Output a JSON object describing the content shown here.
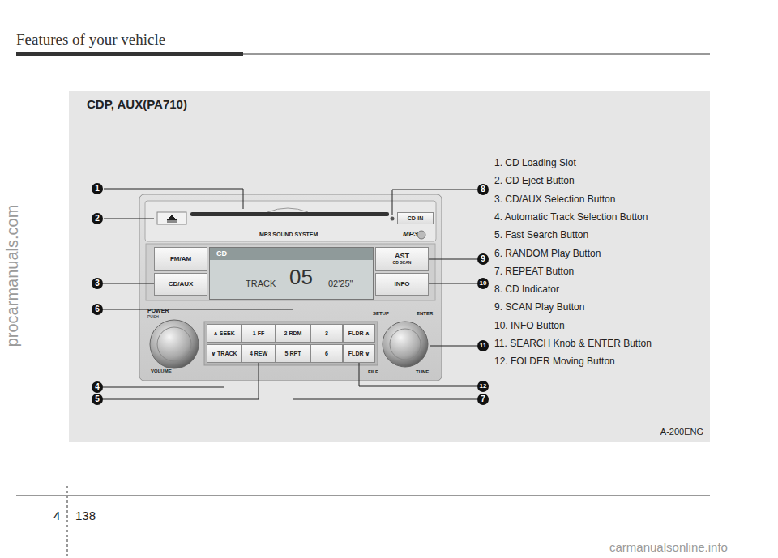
{
  "diagram": {
    "title": "Features of your vehicle",
    "nodes": [
      {
        "text": [
          "CDP, AUX(PA710)",
          "1. CD Loading Slot",
          "2. CD Eject Button",
          "3. CD/AUX Selection Button",
          "4. Automatic Track Selection Button",
          "5. Fast Search Button",
          "6. RANDOM Play Button",
          "7. REPEAT Button",
          "8. CD Indicator",
          "9. SCAN Play Button",
          "10. INFO Button",
          "11. SEARCH Knob & ENTER Button",
          "12. FOLDER Moving Button",
          "A-200ENG"
        ]
      },
      {
        "text": [
          "MP3 SOUND SYSTEM",
          "POWER",
          "PUSH",
          "VOLUME",
          "SETUP",
          "ENTER",
          "FILE",
          "TUNE"
        ],
        "in": 0
      },
      {
        "text": [
          "CD-IN"
        ],
        "in": 1
      },
      {
        "text": [
          "FM/AM"
        ],
        "in": 1
      },
      {
        "text": [
          "CD/AUX"
        ],
        "in": 1
      },
      {
        "text": [
          "CD",
          "TRACK",
          "05",
          "02'25\""
        ],
        "in": 1
      },
      {
        "text": [
          "AST",
          "CD SCAN"
        ],
        "in": 1
      },
      {
        "text": [
          "INFO"
        ],
        "in": 1
      },
      {
        "text": [
          "∧ SEEK"
        ],
        "in": 1
      },
      {
        "text": [
          "1 FF"
        ],
        "in": 1
      },
      {
        "text": [
          "2 RDM"
        ],
        "in": 1
      },
      {
        "text": [
          "3"
        ],
        "in": 1
      },
      {
        "text": [
          "FLDR ∧"
        ],
        "in": 1
      },
      {
        "text": [
          "∨ TRACK"
        ],
        "in": 1
      },
      {
        "text": [
          "4 REW"
        ],
        "in": 1
      },
      {
        "text": [
          "5 RPT"
        ],
        "in": 1
      },
      {
        "text": [
          "6"
        ],
        "in": 1
      },
      {
        "text": [
          "FLDR ∨"
        ],
        "in": 1
      },
      {
        "text": [
          "1"
        ],
        "in": 0
      },
      {
        "text": [
          "2"
        ],
        "in": 0
      },
      {
        "text": [
          "3"
        ],
        "in": 0
      },
      {
        "text": [
          "4"
        ],
        "in": 0
      },
      {
        "text": [
          "5"
        ],
        "in": 0
      },
      {
        "text": [
          "6"
        ],
        "in": 0
      },
      {
        "text": [
          "7"
        ],
        "in": 0
      },
      {
        "text": [
          "8"
        ],
        "in": 0
      },
      {
        "text": [
          "9"
        ],
        "in": 0
      },
      {
        "text": [
          "10"
        ],
        "in": 0
      },
      {
        "text": [
          "11"
        ],
        "in": 0
      },
      {
        "text": [
          "12"
        ],
        "in": 0
      }
    ],
    "edges": [
      {
        "from": 20,
        "to": 4,
        "arrow": "none"
      },
      {
        "from": 21,
        "to": 13,
        "arrow": "none"
      },
      {
        "from": 22,
        "to": 14,
        "arrow": "none"
      },
      {
        "from": 23,
        "to": 10,
        "arrow": "none"
      },
      {
        "from": 24,
        "to": 15,
        "arrow": "none"
      },
      {
        "from": 26,
        "to": 6,
        "arrow": "none"
      },
      {
        "from": 27,
        "to": 7,
        "arrow": "none"
      },
      {
        "from": 29,
        "to": 17,
        "arrow": "none"
      }
    ],
    "labels": [
      "MP3",
      "4",
      "138",
      "procarmanuals.com",
      "carmanualsonline.info"
    ]
  }
}
